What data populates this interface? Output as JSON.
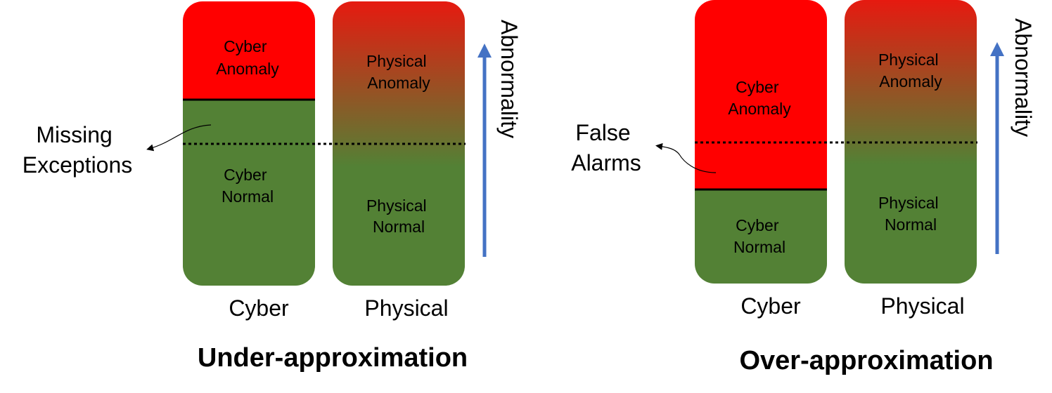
{
  "colors": {
    "anomaly": "#ff0000",
    "normal": "#538135",
    "gradient_top": "#e61a10",
    "arrow": "#4472c4",
    "line": "#000000"
  },
  "panels": [
    {
      "caption": "Under-approximation",
      "cyber": {
        "anomaly_label": [
          "Cyber",
          "Anomaly"
        ],
        "normal_label": [
          "Cyber",
          "Normal"
        ]
      },
      "physical": {
        "anomaly_label": [
          "Physical",
          "Anomaly"
        ],
        "normal_label": [
          "Physical",
          "Normal"
        ]
      },
      "column_labels": [
        "Cyber",
        "Physical"
      ],
      "axis_label": "Abnormality",
      "annotation": [
        "Missing",
        "Exceptions"
      ]
    },
    {
      "caption": "Over-approximation",
      "cyber": {
        "anomaly_label": [
          "Cyber",
          "Anomaly"
        ],
        "normal_label": [
          "Cyber",
          "Normal"
        ]
      },
      "physical": {
        "anomaly_label": [
          "Physical",
          "Anomaly"
        ],
        "normal_label": [
          "Physical",
          "Normal"
        ]
      },
      "column_labels": [
        "Cyber",
        "Physical"
      ],
      "axis_label": "Abnormality",
      "annotation": [
        "False",
        "Alarms"
      ]
    }
  ]
}
